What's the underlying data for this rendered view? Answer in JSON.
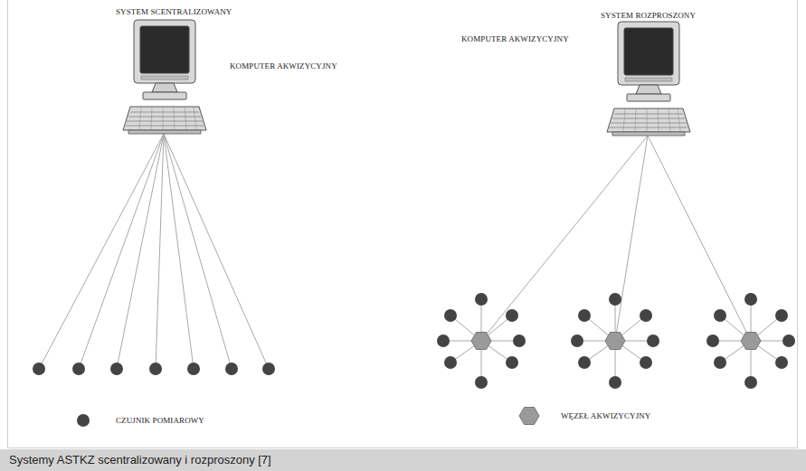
{
  "diagram": {
    "caption": "Systemy ASTKZ scentralizowany i rozproszony [7]",
    "labels": [
      "SYSTEM SCENTRALIZOWANY",
      "KOMPUTER AKWIZYCYJNY",
      "SYSTEM ROZPROSZONY",
      "KOMPUTER AKWIZYCYJNY"
    ],
    "legend": [
      {
        "text": "CZUJNIK POMIAROWY"
      },
      {
        "text": "WĘZEŁ AKWIZYCYJNY"
      }
    ]
  }
}
